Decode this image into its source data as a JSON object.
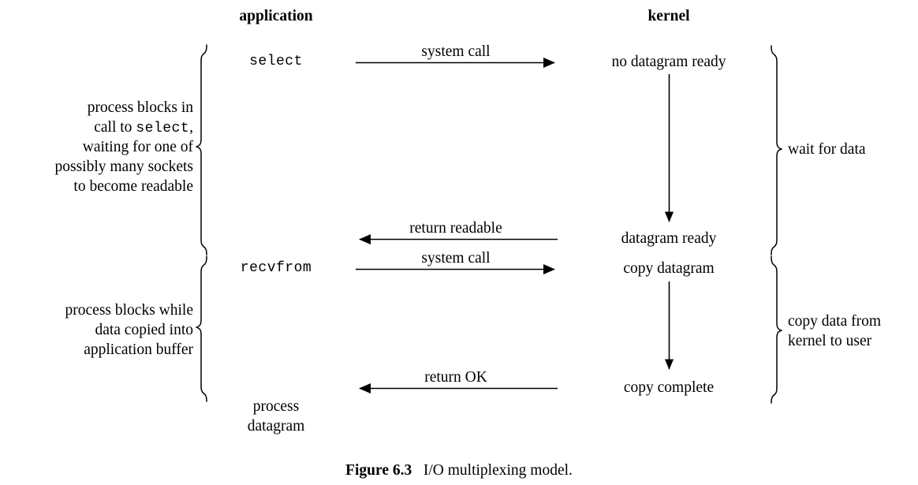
{
  "figure": {
    "caption_label": "Figure 6.3",
    "caption_text": "I/O multiplexing model.",
    "ink_color": "#000000",
    "background_color": "#ffffff"
  },
  "columns": {
    "application_header": "application",
    "kernel_header": "kernel"
  },
  "application": {
    "calls": [
      {
        "name": "select",
        "style": "mono"
      },
      {
        "name": "recvfrom",
        "style": "mono"
      },
      {
        "name": "process",
        "style": "serif"
      },
      {
        "name": "datagram",
        "style": "serif"
      }
    ],
    "annotations": [
      {
        "id": "blocks-in-select",
        "lines": [
          "process blocks in",
          "call to select,",
          "waiting for one of",
          "possibly many sockets",
          "to become readable"
        ],
        "mono_fragment": "select"
      },
      {
        "id": "blocks-while-copy",
        "lines": [
          "process blocks while",
          "data copied into",
          "application buffer"
        ]
      }
    ]
  },
  "kernel": {
    "states": [
      "no datagram ready",
      "datagram ready",
      "copy datagram",
      "copy complete"
    ],
    "annotations": [
      {
        "id": "wait-for-data",
        "lines": [
          "wait for data"
        ]
      },
      {
        "id": "copy-data",
        "lines": [
          "copy data from",
          "kernel to user"
        ]
      }
    ]
  },
  "transitions": [
    {
      "id": "system-call-1",
      "label": "system call",
      "direction": "right"
    },
    {
      "id": "return-readable",
      "label": "return readable",
      "direction": "left"
    },
    {
      "id": "system-call-2",
      "label": "system call",
      "direction": "right"
    },
    {
      "id": "return-ok",
      "label": "return OK",
      "direction": "left"
    }
  ]
}
